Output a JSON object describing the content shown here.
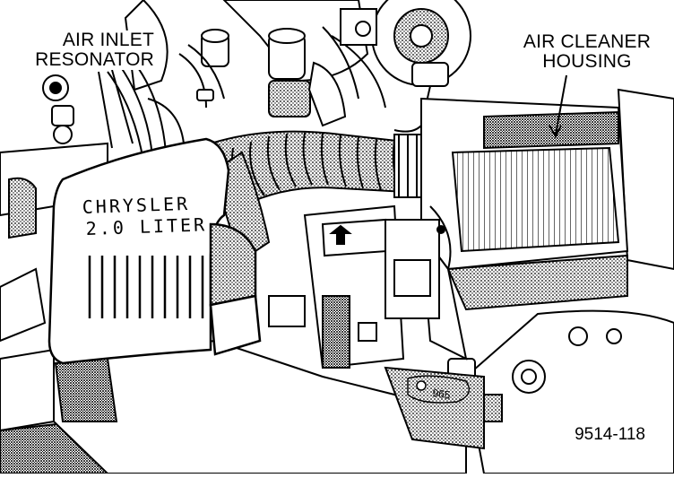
{
  "labels": {
    "resonator_line1": "AIR INLET",
    "resonator_line2": "RESONATOR",
    "housing_line1": "AIR CLEANER",
    "housing_line2": "HOUSING"
  },
  "cover_text": {
    "line1": "CHRYSLER",
    "line2": "2.0 LITER"
  },
  "part_marking": "965",
  "figure_number": "9514-118"
}
